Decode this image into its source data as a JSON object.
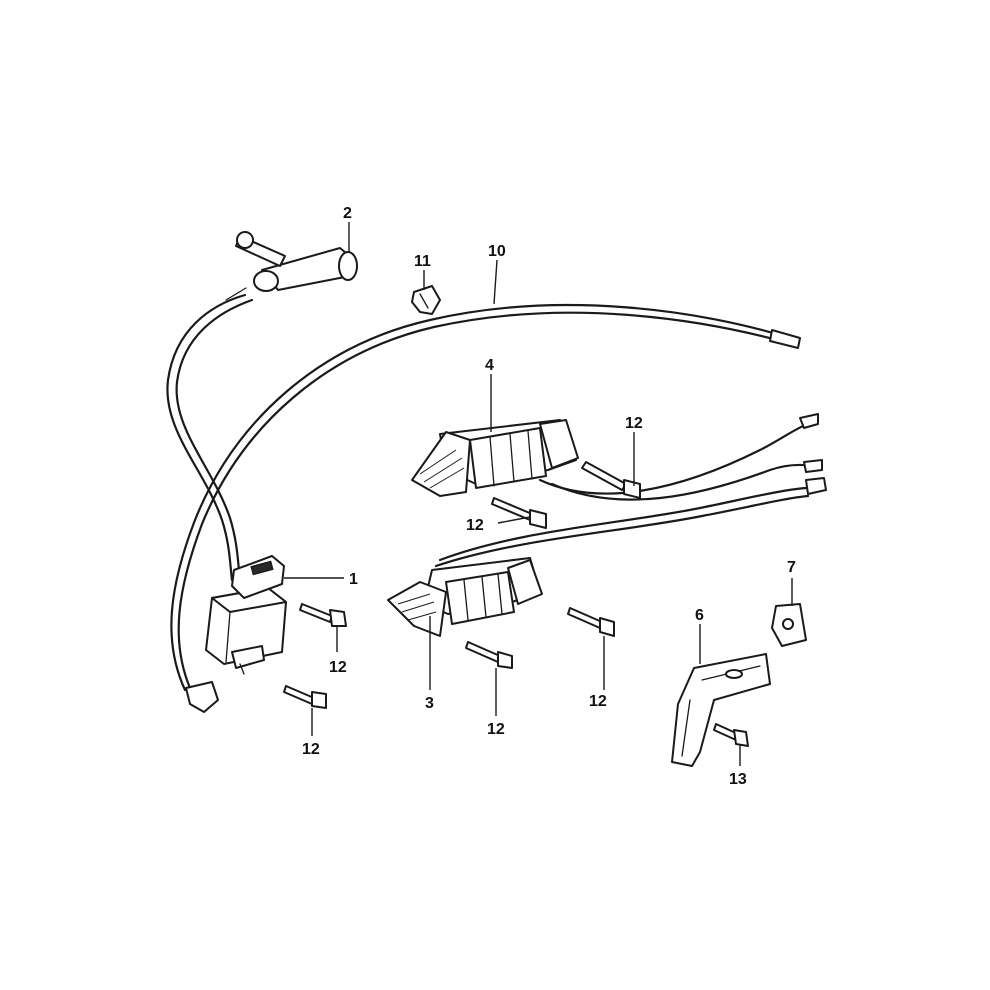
{
  "callouts": {
    "c1": "1",
    "c2": "2",
    "c3": "3",
    "c4": "4",
    "c6": "6",
    "c7": "7",
    "c10": "10",
    "c11": "11",
    "c12a": "12",
    "c12b": "12",
    "c12c": "12",
    "c12d": "12",
    "c12e": "12",
    "c12f": "12",
    "c13": "13"
  },
  "colors": {
    "line": "#1a1a1a",
    "background": "#ffffff"
  }
}
